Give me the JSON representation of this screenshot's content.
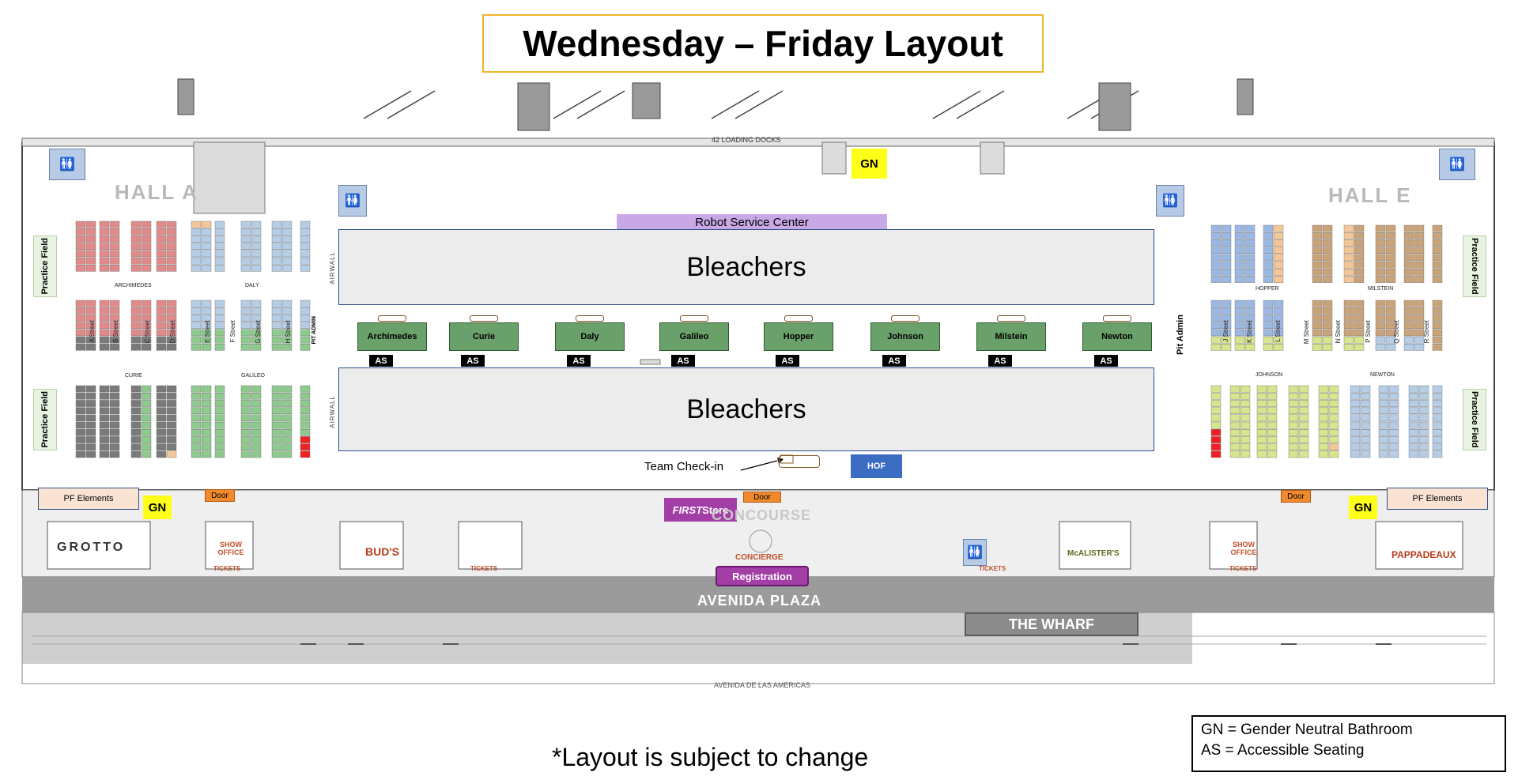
{
  "title": "Wednesday – Friday Layout",
  "loading_docks": "42 LOADING DOCKS",
  "halls": {
    "left": "HALL A",
    "right": "HALL E"
  },
  "robot_service_center": "Robot Service Center",
  "bleachers": [
    "Bleachers",
    "Bleachers"
  ],
  "airwall": "AIRWALL",
  "pit_admin_left": "PIT ADMIN",
  "pit_admin_right": "Pit Admin",
  "practice_field": "Practice Field",
  "fields": [
    {
      "name": "Archimedes",
      "badge": "AS"
    },
    {
      "name": "Curie",
      "badge": "AS"
    },
    {
      "name": "Daly",
      "badge": "AS"
    },
    {
      "name": "Galileo",
      "badge": "AS"
    },
    {
      "name": "Hopper",
      "badge": "AS"
    },
    {
      "name": "Johnson",
      "badge": "AS"
    },
    {
      "name": "Milstein",
      "badge": "AS"
    },
    {
      "name": "Newton",
      "badge": "AS"
    }
  ],
  "pit_labels": {
    "left_top": [
      "ARCHIMEDES",
      "DALY"
    ],
    "left_bottom": [
      "CURIE",
      "GALILEO"
    ],
    "right_top": [
      "HOPPER",
      "MILSTEIN"
    ],
    "right_bottom": [
      "JOHNSON",
      "NEWTON"
    ]
  },
  "streets_left": [
    "A Street",
    "B Street",
    "C Street",
    "D Street",
    "E Street",
    "F Street",
    "G Street",
    "H Street"
  ],
  "streets_right": [
    "J Street",
    "K Street",
    "L Street",
    "M Street",
    "N Street",
    "P Street",
    "Q Street",
    "R Street"
  ],
  "team_checkin": "Team Check-in",
  "hof": "HOF",
  "doors": [
    "Door",
    "Door",
    "Door"
  ],
  "gn": "GN",
  "pf_elements": "PF Elements",
  "first_store": {
    "italic": "FIRST",
    "rest": " Store"
  },
  "concourse": "CONCOURSE",
  "concierge": "CONCIERGE",
  "registration": "Registration",
  "avenida_plaza": "AVENIDA PLAZA",
  "the_wharf": "THE WHARF",
  "street_name": "AVENIDA DE LAS AMERICAS",
  "restaurants": {
    "grotto": "GROTTO",
    "buds": "BUD'S",
    "mcalisters": "McALISTER'S",
    "pappadeaux": "PAPPADEAUX"
  },
  "show_office": "SHOW OFFICE",
  "tickets": "TICKETS",
  "footnote": "*Layout is subject to change",
  "legend": [
    "GN = Gender Neutral Bathroom",
    "AS = Accessible Seating"
  ],
  "colors": {
    "archimedes": "#e08a8a",
    "curie": "#e08a8a",
    "daly": "#b6cde6",
    "galileo": "#8ec98e",
    "hopper": "#9bb8e3",
    "johnson": "#d6e58e",
    "milstein": "#c9a37a",
    "newton": "#b6cde6",
    "grey": "#7a7a7a",
    "inspection": "#f3c79a"
  }
}
